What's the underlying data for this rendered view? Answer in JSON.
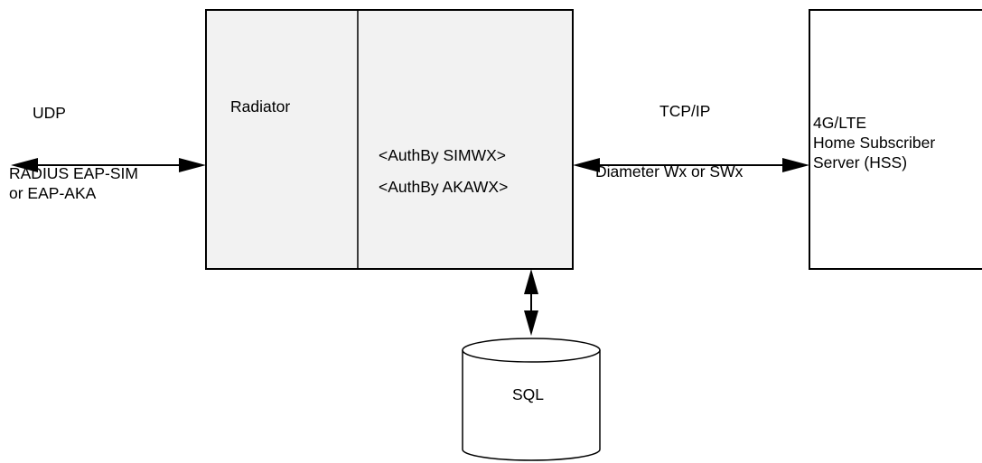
{
  "colors": {
    "box_fill": "#f2f2f2",
    "outline": "#000000",
    "background": "#ffffff"
  },
  "left_link": {
    "protocol": "UDP",
    "description_line1": "RADIUS EAP-SIM",
    "description_line2": "or EAP-AKA"
  },
  "radiator_box": {
    "title": "Radiator",
    "module_line1": "<AuthBy SIMWX>",
    "module_line2": "<AuthBy AKAWX>"
  },
  "right_link": {
    "protocol": "TCP/IP",
    "description": "Diameter Wx or SWx"
  },
  "hss_box": {
    "line1": "4G/LTE",
    "line2": "Home Subscriber",
    "line3": "Server (HSS)"
  },
  "database": {
    "label": "SQL"
  }
}
